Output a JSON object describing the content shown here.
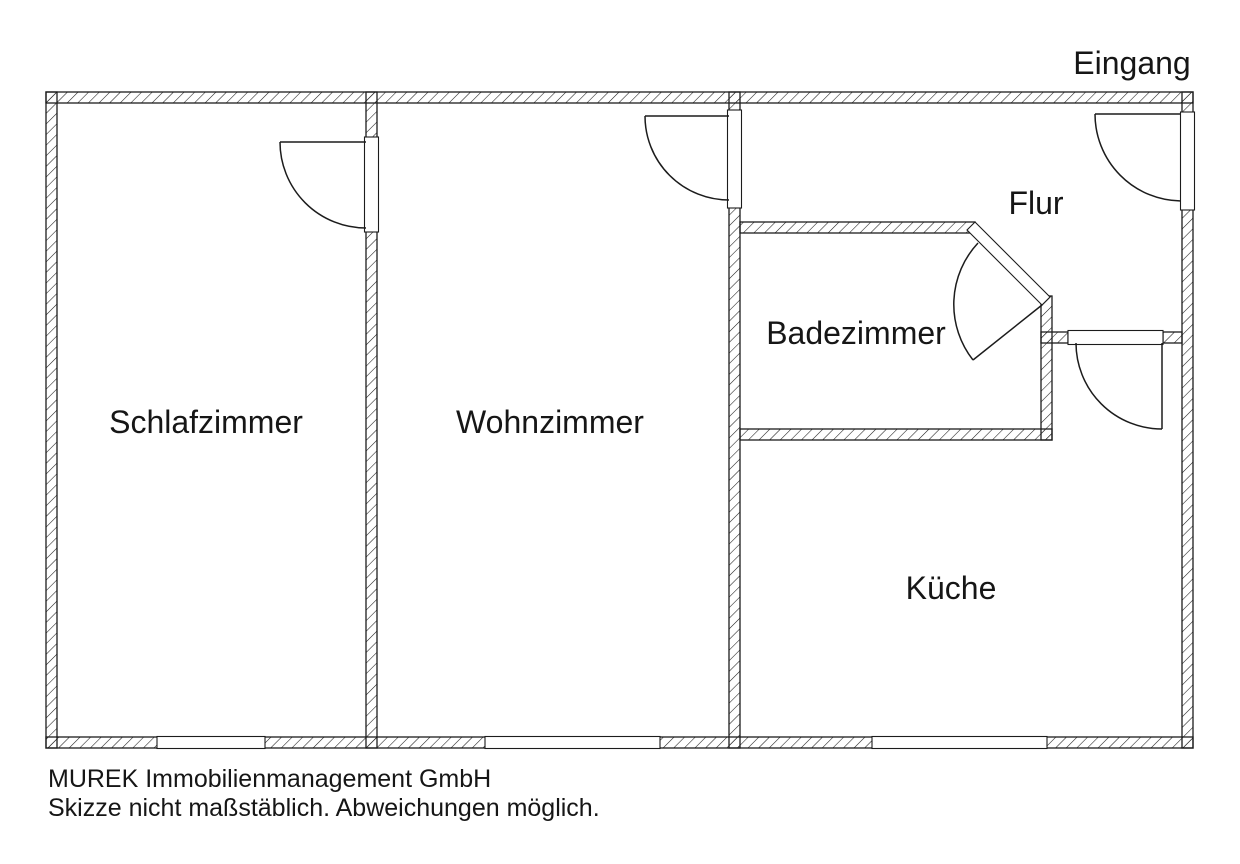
{
  "floor_plan": {
    "entrance_label": "Eingang",
    "room_labels": {
      "schlafzimmer": "Schlafzimmer",
      "wohnzimmer": "Wohnzimmer",
      "badezimmer": "Badezimmer",
      "flur": "Flur",
      "kueche": "Küche"
    },
    "footer": {
      "company_line": "MUREK Immobilienmanagement GmbH",
      "disclaimer_line": "Skizze nicht maßstäblich. Abweichungen möglich."
    },
    "colors": {
      "line": "#1c1c1c",
      "background": "#ffffff"
    }
  }
}
